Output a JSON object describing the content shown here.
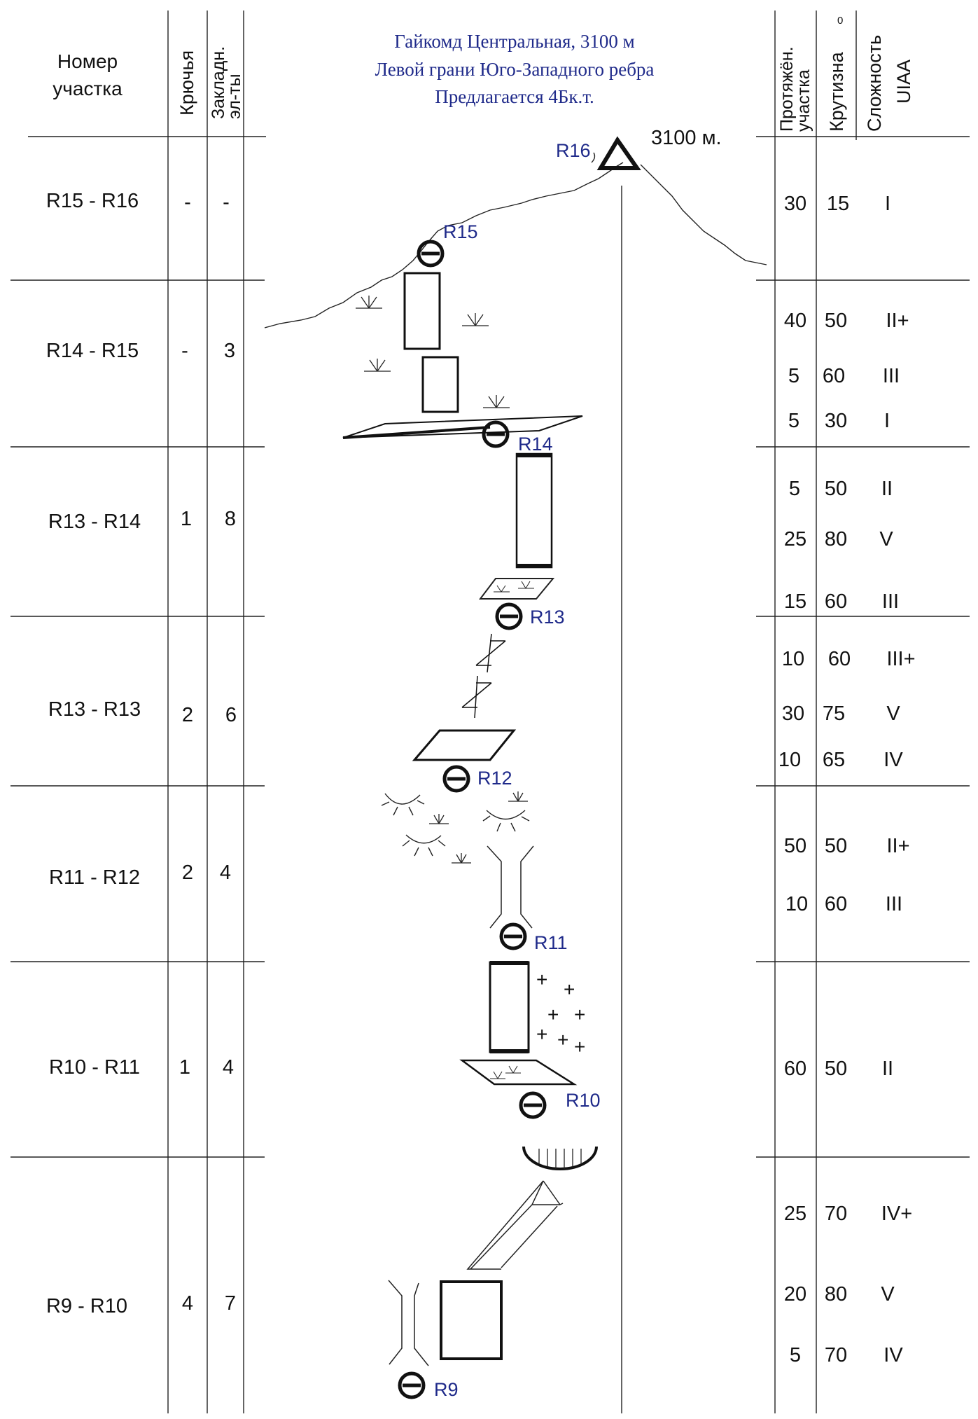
{
  "title": {
    "line1": "Гайкомд Центральная, 3100 м",
    "line2": "Левой грани Юго-Западного ребра",
    "line3": "Предлагается 4Бк.т."
  },
  "headers": {
    "section": [
      "Номер",
      "участка"
    ],
    "pitons": "Крючья",
    "chocks": [
      "Закладн.",
      "эл-ты"
    ],
    "length": [
      "Протяжён.",
      "участка"
    ],
    "steepness": "Крутизна",
    "steepness_unit": "0",
    "difficulty": [
      "Сложность",
      "UIAA"
    ]
  },
  "summit": {
    "label": "3100 м."
  },
  "sections": [
    {
      "name": "R15 - R16",
      "pitons": "-",
      "chocks": "-",
      "pitches": [
        {
          "length": "30",
          "angle": "15",
          "grade": "I"
        }
      ]
    },
    {
      "name": "R14 - R15",
      "pitons": "-",
      "chocks": "3",
      "pitches": [
        {
          "length": "40",
          "angle": "50",
          "grade": "II+"
        },
        {
          "length": "5",
          "angle": "60",
          "grade": "III"
        },
        {
          "length": "5",
          "angle": "30",
          "grade": "I"
        }
      ]
    },
    {
      "name": "R13 - R14",
      "pitons": "1",
      "chocks": "8",
      "pitches": [
        {
          "length": "5",
          "angle": "50",
          "grade": "II"
        },
        {
          "length": "25",
          "angle": "80",
          "grade": "V"
        },
        {
          "length": "15",
          "angle": "60",
          "grade": "III"
        }
      ]
    },
    {
      "name": "R13 - R13",
      "pitons": "2",
      "chocks": "6",
      "pitches": [
        {
          "length": "10",
          "angle": "60",
          "grade": "III+"
        },
        {
          "length": "30",
          "angle": "75",
          "grade": "V"
        },
        {
          "length": "10",
          "angle": "65",
          "grade": "IV"
        }
      ]
    },
    {
      "name": "R11 - R12",
      "pitons": "2",
      "chocks": "4",
      "pitches": [
        {
          "length": "50",
          "angle": "50",
          "grade": "II+"
        },
        {
          "length": "10",
          "angle": "60",
          "grade": "III"
        }
      ]
    },
    {
      "name": "R10 - R11",
      "pitons": "1",
      "chocks": "4",
      "pitches": [
        {
          "length": "60",
          "angle": "50",
          "grade": "II"
        }
      ]
    },
    {
      "name": "R9 - R10",
      "pitons": "4",
      "chocks": "7",
      "pitches": [
        {
          "length": "25",
          "angle": "70",
          "grade": "IV+"
        },
        {
          "length": "20",
          "angle": "80",
          "grade": "V"
        },
        {
          "length": "5",
          "angle": "70",
          "grade": "IV"
        }
      ]
    }
  ],
  "stations": [
    "R16",
    "R15",
    "R14",
    "R13",
    "R12",
    "R11",
    "R10",
    "R9"
  ],
  "colors": {
    "labels": "#1f2a8a",
    "lines": "#222222"
  }
}
